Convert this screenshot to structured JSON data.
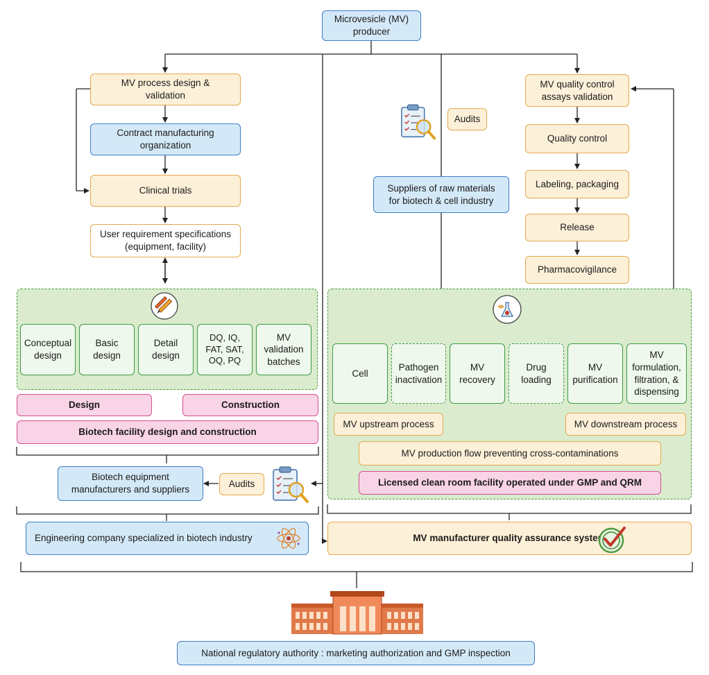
{
  "top": {
    "producer": "Microvesicle (MV)\nproducer"
  },
  "left": {
    "process_design": "MV process design &\nvalidation",
    "cmo": "Contract manufacturing\norganization",
    "clinical": "Clinical trials",
    "urs": "User requirement specifications\n(equipment, facility)",
    "steps": [
      "Conceptual\ndesign",
      "Basic\ndesign",
      "Detail\ndesign",
      "DQ, IQ,\nFAT, SAT,\nOQ, PQ",
      "MV\nvalidation\nbatches"
    ],
    "design_label": "Design",
    "construction_label": "Construction",
    "facility_label": "Biotech facility design and construction",
    "equipment": "Biotech equipment\nmanufacturers and suppliers",
    "audits": "Audits",
    "engineering": "Engineering company specialized in biotech industry"
  },
  "middle": {
    "audits": "Audits",
    "suppliers": "Suppliers of raw materials\nfor biotech & cell industry"
  },
  "right": {
    "qc_validation": "MV quality control\nassays validation",
    "qc": "Quality control",
    "labeling": "Labeling, packaging",
    "release": "Release",
    "pharmaco": "Pharmacovigilance",
    "steps": [
      "Cell",
      "Pathogen\ninactivation",
      "MV\nrecovery",
      "Drug\nloading",
      "MV\npurification",
      "MV\nformulation,\nfiltration, &\ndispensing"
    ],
    "upstream": "MV upstream process",
    "downstream": "MV downstream process",
    "flow": "MV production flow preventing cross-contaminations",
    "licensed": "Licensed clean room facility operated under GMP and QRM",
    "qa": "MV manufacturer quality assurance system"
  },
  "bottom": {
    "authority": "National regulatory authority : marketing authorization and GMP inspection"
  },
  "colors": {
    "blue_fill": "#d4e9f7",
    "blue_border": "#3d7cc9",
    "orange_fill": "#fdf0d8",
    "orange_border": "#e3a94d",
    "pink_fill": "#f9d3e6",
    "pink_border": "#d14f90",
    "green_panel": "#daeccd",
    "green_border": "#4e9a3d"
  },
  "icons": [
    "clipboard-magnifier-icon",
    "pencil-ruler-icon",
    "cell-flask-icon",
    "atom-icon",
    "checkmark-badge-icon",
    "government-building-icon"
  ]
}
